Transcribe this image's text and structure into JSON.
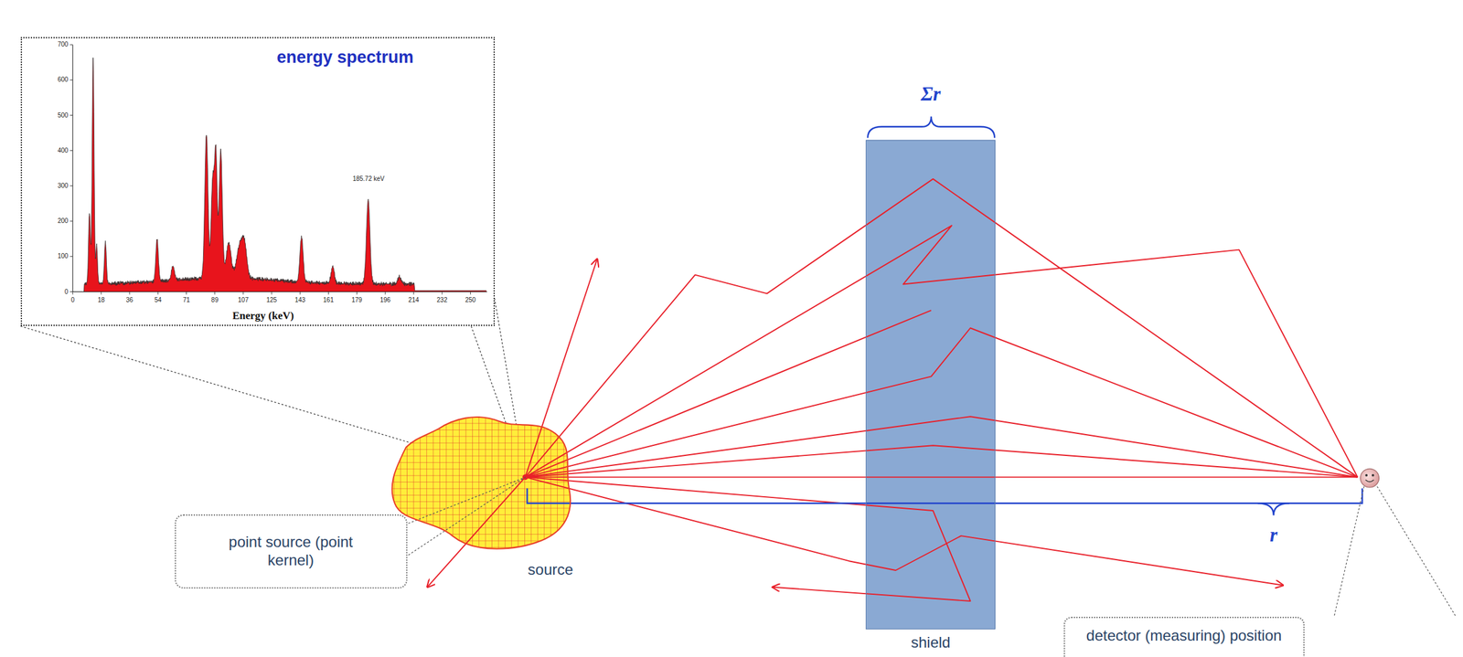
{
  "diagram": {
    "nodes": [
      {
        "text": [
          "energy spectrum"
        ]
      },
      {
        "text": [
          "point source (point kernel)"
        ]
      },
      {
        "text": [
          "source"
        ]
      },
      {
        "text": [
          "shield"
        ]
      },
      {
        "text": [
          "detector (measuring) position"
        ]
      }
    ],
    "labels": [
      "700",
      "600",
      "500",
      "400",
      "300",
      "200",
      "100",
      "0",
      "0",
      "18",
      "36",
      "54",
      "71",
      "89",
      "107",
      "125",
      "143",
      "161",
      "179",
      "196",
      "214",
      "232",
      "250",
      "Energy (keV)",
      "185.72 keV",
      "Σr",
      "r"
    ]
  }
}
